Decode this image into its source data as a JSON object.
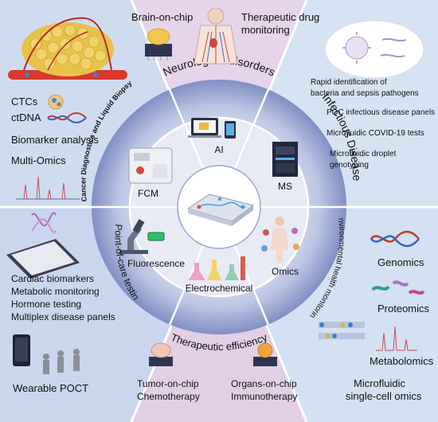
{
  "colors": {
    "cancer_bg": "#cfdcf0",
    "neuro_bg": "#e6d4ea",
    "infect_bg": "#d6e3f3",
    "poc_bg": "#c9d6ee",
    "therapy_bg": "#e2cfe6",
    "env_bg": "#d4e1f2",
    "ring_inner": "#e4e6f3",
    "ring_outer": "#8f9cc8",
    "center_disk": "#ffffff",
    "divider": "#ffffff",
    "dna_red": "#c0392b",
    "dna_blue": "#3466b8"
  },
  "sectors": {
    "cancer": {
      "title": "Cancer Diagnostics and Liquid Biopsy",
      "items": [
        "CTCs",
        "ctDNA",
        "Biomarker analysis",
        "Multi-Omics"
      ]
    },
    "neuro": {
      "title": "Neurological disorders",
      "items": [
        "Brain-on-chip",
        "Therapeutic drug",
        "monitoring"
      ]
    },
    "infect": {
      "title": "Infectious Disease",
      "items": [
        "Rapid identification of",
        "bacteria and sepsis pathogens",
        "POC infectious disease panels",
        "Microfluidic COVID-19 tests",
        "Microfluidic droplet",
        "genotyping"
      ]
    },
    "poc": {
      "title": "Point-of-care testing",
      "items": [
        "Cardiac biomarkers",
        "Metabolic monitoring",
        "Hormone testing",
        "Multiplex disease panels",
        "Wearable POCT"
      ]
    },
    "therapy": {
      "title": "Therapeutic efficiency",
      "items": [
        "Tumor-on-chip",
        "Chemotherapy",
        "Organs-on-chip",
        "Immunotherapy"
      ]
    },
    "env": {
      "title": "Environmental health monitoring",
      "items": [
        "Genomics",
        "Proteomics",
        "Metabolomics",
        "Microfluidic",
        "single-cell omics"
      ]
    }
  },
  "ring": {
    "techniques": [
      "AI",
      "MS",
      "Omics",
      "Electrochemical",
      "Fluorescence",
      "FCM"
    ]
  }
}
